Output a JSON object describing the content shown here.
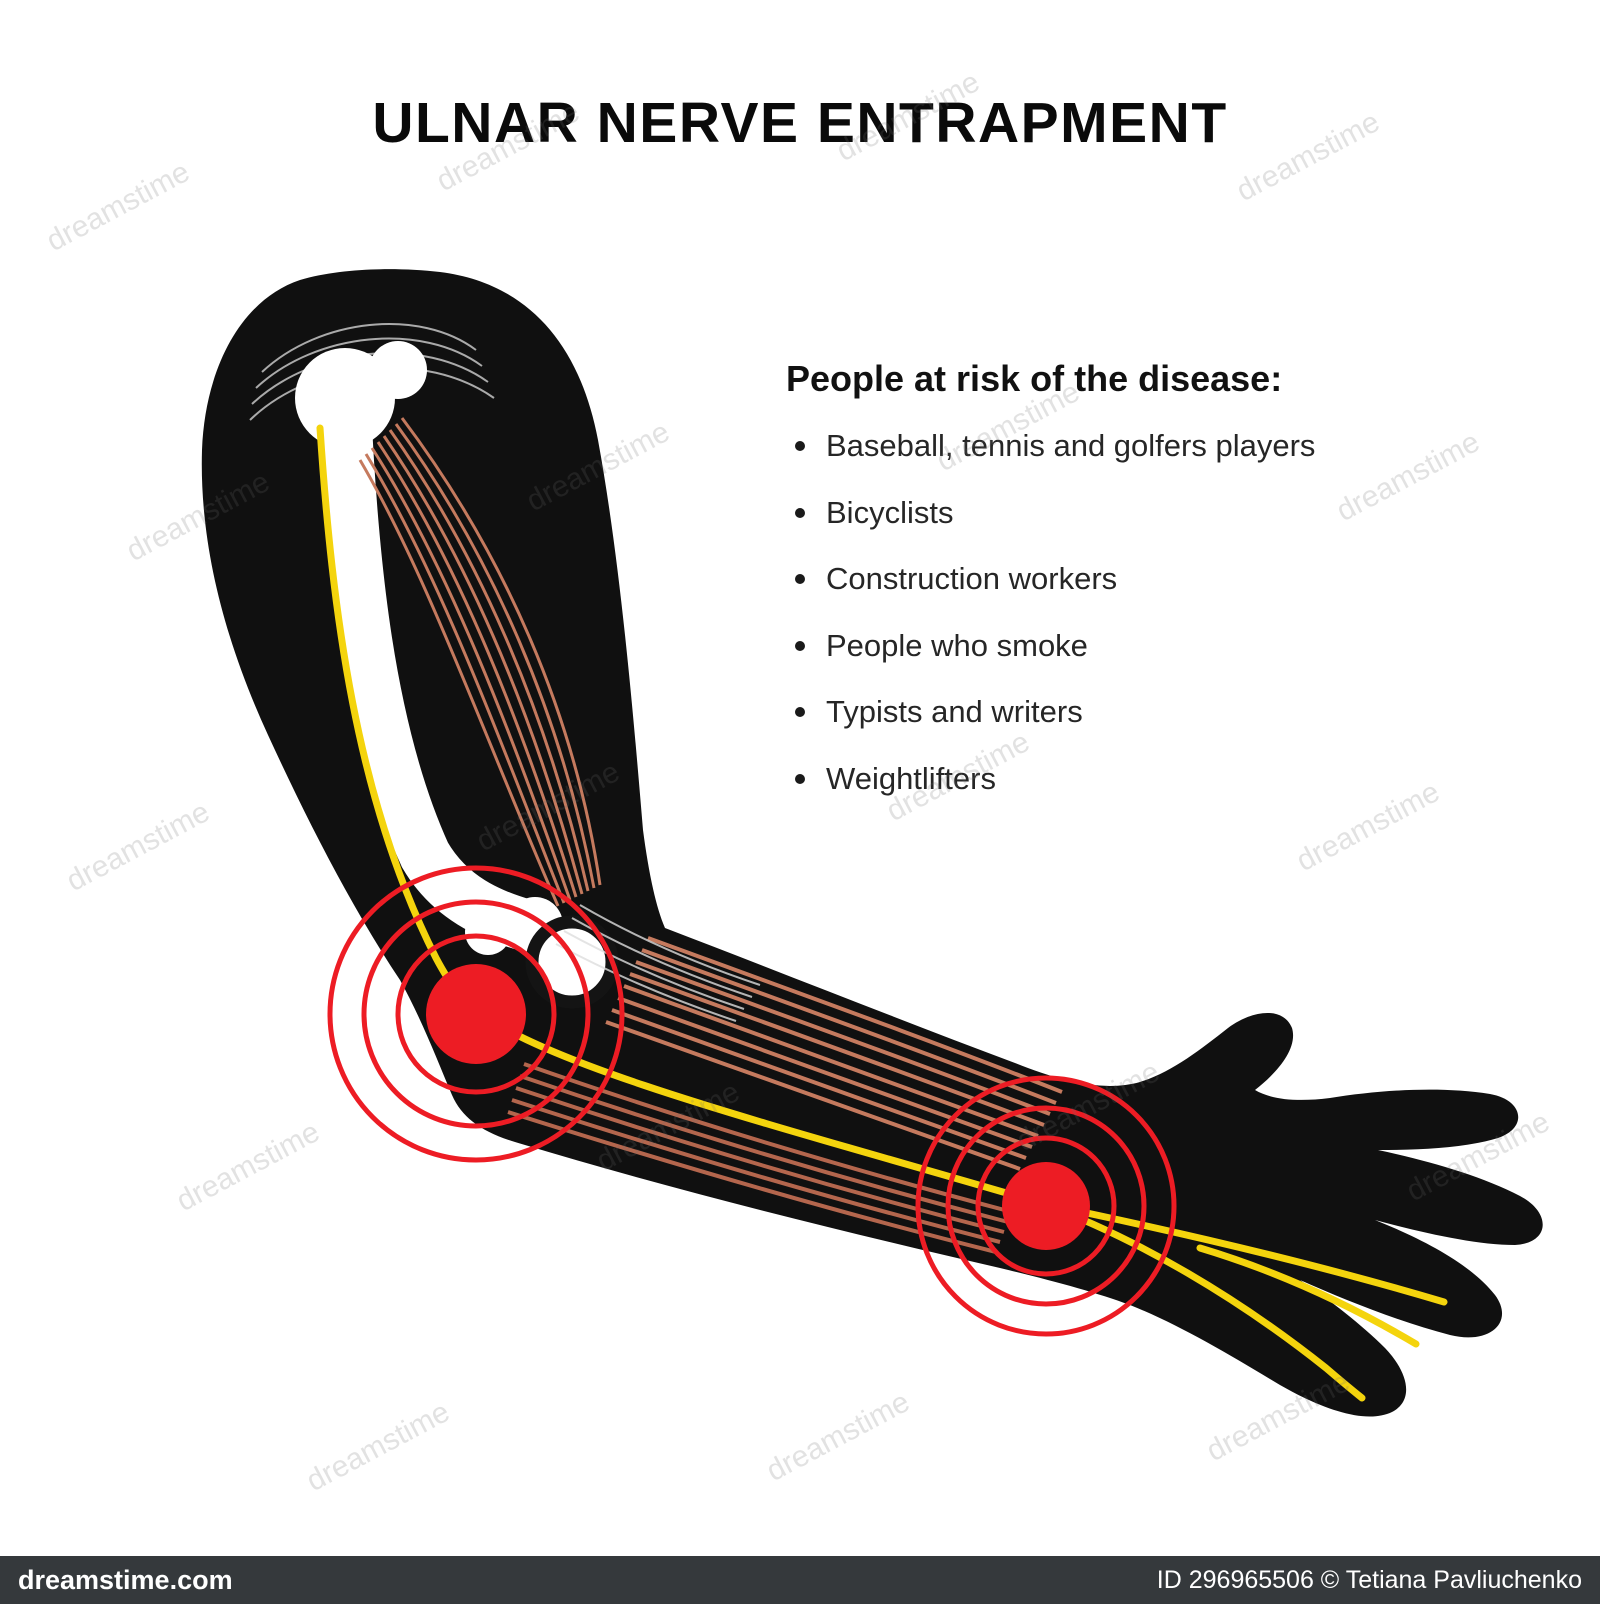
{
  "title": "ULNAR NERVE ENTRAPMENT",
  "risk_panel": {
    "heading": "People at risk of the disease:",
    "items": [
      "Baseball, tennis and golfers players",
      "Bicyclists",
      "Construction workers",
      "People who smoke",
      "Typists and writers",
      "Weightlifters"
    ]
  },
  "illustration": {
    "colors": {
      "silhouette": "#101010",
      "bone": "#ffffff",
      "muscle": "#c57a5e",
      "muscle_alt": "#b4664d",
      "nerve": "#f4d40d",
      "pain": "#ed1c24"
    }
  },
  "watermark": {
    "text": "dreamstime"
  },
  "footer": {
    "site": "dreamstime.com",
    "credit": "ID 296965506 © Tetiana Pavliuchenko"
  }
}
